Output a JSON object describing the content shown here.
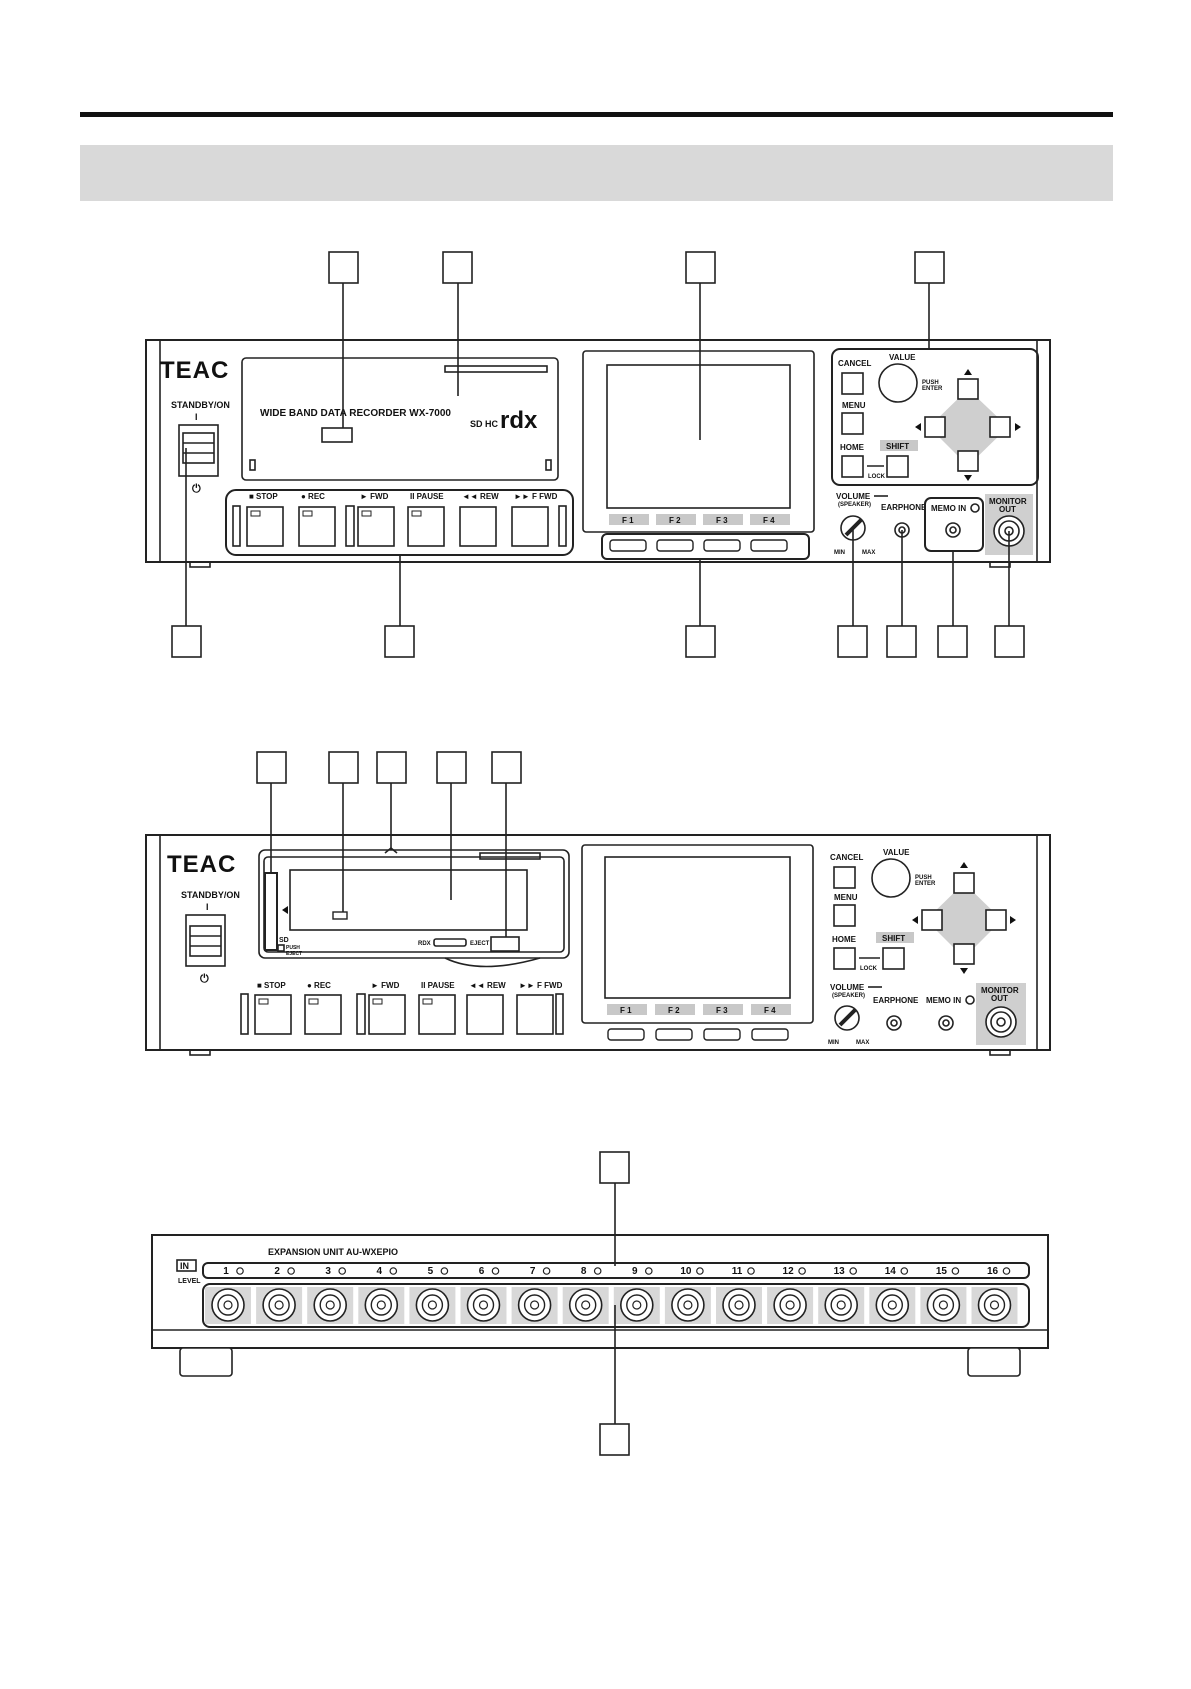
{
  "front_panel": {
    "brand": "TEAC",
    "standby_label": "STANDBY/ON",
    "standby_on_mark": "I",
    "standby_off_mark": "⏻",
    "model_label": "WIDE BAND DATA RECORDER WX-7000",
    "sd_logo": "SD HC",
    "rdx_logo": "rdx",
    "transport": [
      "■ STOP",
      "● REC",
      "► FWD",
      "II PAUSE",
      "◄◄ REW",
      "►► F FWD"
    ],
    "function_keys": [
      "F 1",
      "F 2",
      "F 3",
      "F 4"
    ],
    "cancel": "CANCEL",
    "value": "VALUE",
    "push_enter_1": "PUSH",
    "push_enter_2": "ENTER",
    "menu": "MENU",
    "home": "HOME",
    "shift": "SHIFT",
    "lock": "LOCK",
    "volume": "VOLUME",
    "speaker": "(SPEAKER)",
    "vol_min": "MIN",
    "vol_max": "MAX",
    "earphone": "EARPHONE",
    "memo_in": "MEMO IN",
    "monitor_out_1": "MONITOR",
    "monitor_out_2": "OUT"
  },
  "open_panel": {
    "sd_label": "SD",
    "push_eject_1": "PUSH",
    "push_eject_2": "EJECT",
    "rdx_label": "RDX",
    "eject_label": "EJECT ▶"
  },
  "expansion": {
    "title": "EXPANSION UNIT AU-WXEPIO",
    "in_label": "IN",
    "level_label": "LEVEL",
    "channels": [
      "1",
      "2",
      "3",
      "4",
      "5",
      "6",
      "7",
      "8",
      "9",
      "10",
      "11",
      "12",
      "13",
      "14",
      "15",
      "16"
    ]
  }
}
